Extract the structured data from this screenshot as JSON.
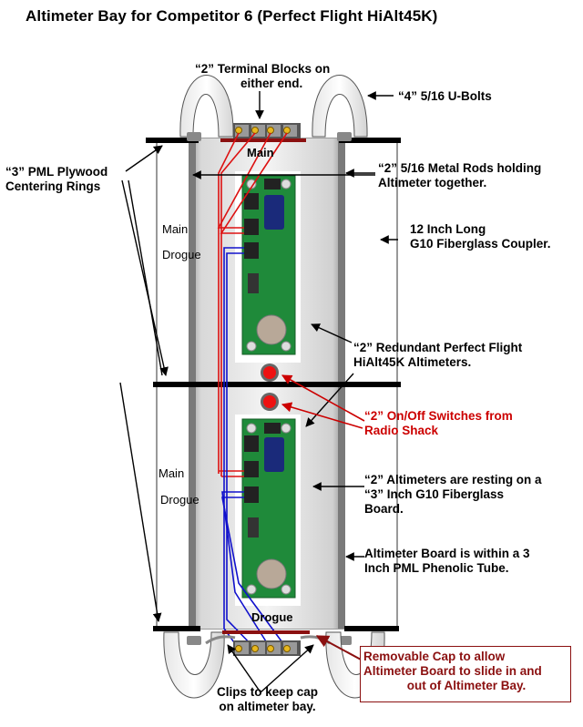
{
  "title": "Altimeter Bay for Competitor 6 (Perfect Flight HiAlt45K)",
  "labels": {
    "terminal_blocks": [
      "“2” Terminal Blocks on",
      "either end."
    ],
    "u_bolts": "“4” 5/16 U-Bolts",
    "centering_rings": [
      "“3” PML Plywood",
      "Centering Rings"
    ],
    "metal_rods": [
      "“2” 5/16 Metal Rods holding",
      "Altimeter together."
    ],
    "coupler": [
      "12 Inch Long",
      "G10 Fiberglass Coupler."
    ],
    "altimeters": [
      "“2” Redundant Perfect Flight",
      "HiAlt45K Altimeters."
    ],
    "switches": [
      "“2” On/Off Switches from",
      "Radio Shack"
    ],
    "resting": [
      "“2” Altimeters are resting on a",
      "“3” Inch G10 Fiberglass",
      "Board."
    ],
    "phenolic": [
      "Altimeter Board is within a 3",
      "Inch PML Phenolic Tube."
    ],
    "removable_cap": [
      "Removable Cap to allow",
      "Altimeter Board to slide in and",
      "out of Altimeter Bay."
    ],
    "clips": [
      "Clips to keep cap",
      "on altimeter bay."
    ]
  },
  "wire_labels": {
    "top_main": "Main",
    "bottom_drogue": "Drogue",
    "upper_main": "Main",
    "upper_drogue": "Drogue",
    "lower_main": "Main",
    "lower_drogue": "Drogue"
  },
  "colors": {
    "main_wire": "#dd1111",
    "drogue_wire": "#1111cc",
    "board": "#1f8a3a",
    "switch": "#ee1111",
    "annotation_red": "#cc0000",
    "annotation_maroon": "#8b1010"
  }
}
